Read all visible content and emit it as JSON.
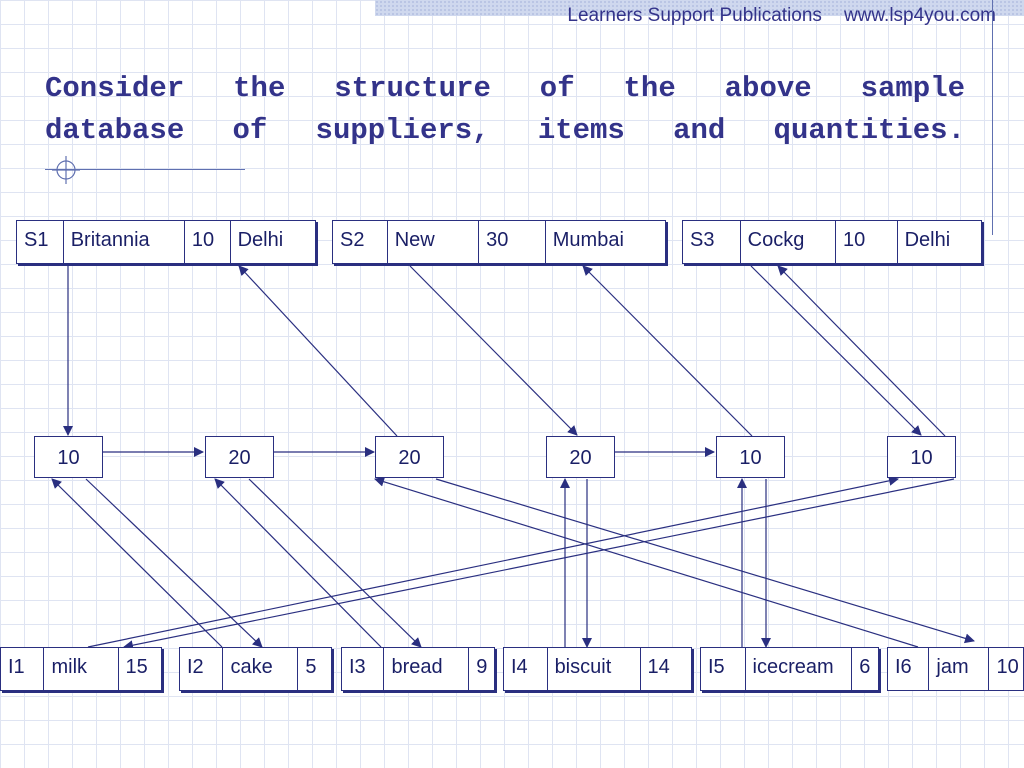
{
  "header": {
    "publisher": "Learners Support Publications",
    "website": "www.lsp4you.com"
  },
  "title": {
    "line1": "Consider the structure of the above sample",
    "line2": "database of suppliers, items and quantities."
  },
  "suppliers": [
    {
      "id": "S1",
      "name": "Britannia",
      "status": "10",
      "city": "Delhi"
    },
    {
      "id": "S2",
      "name": "New",
      "status": "30",
      "city": "Mumbai"
    },
    {
      "id": "S3",
      "name": "Cockg",
      "status": "10",
      "city": "Delhi"
    }
  ],
  "quantities": [
    "10",
    "20",
    "20",
    "20",
    "10",
    "10"
  ],
  "items": [
    {
      "id": "I1",
      "name": "milk",
      "weight": "15"
    },
    {
      "id": "I2",
      "name": "cake",
      "weight": "5"
    },
    {
      "id": "I3",
      "name": "bread",
      "weight": "9"
    },
    {
      "id": "I4",
      "name": "biscuit",
      "weight": "14"
    },
    {
      "id": "I5",
      "name": "icecream",
      "weight": "6"
    },
    {
      "id": "I6",
      "name": "jam",
      "weight": "10"
    }
  ],
  "colors": {
    "ink": "#2a2f80",
    "text": "#1a1f66",
    "title": "#33338a",
    "grid": "#dfe4f2",
    "band": "#cfd8ee"
  }
}
